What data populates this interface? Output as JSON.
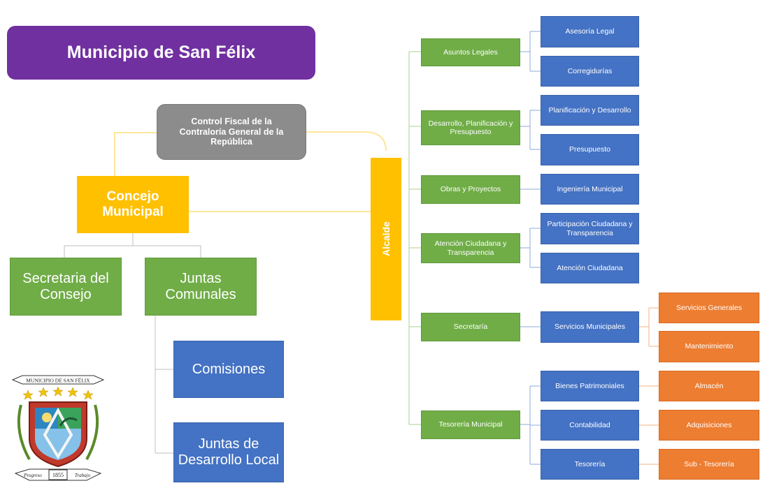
{
  "title": "Municipio de San Félix",
  "left": {
    "control_fiscal": "Control Fiscal de la Contraloría General de la República",
    "concejo": "Concejo Municipal",
    "secretaria_consejo": "Secretaria del Consejo",
    "juntas_comunales": "Juntas Comunales",
    "comisiones": "Comisiones",
    "juntas_desarrollo": "Juntas de Desarrollo Local"
  },
  "alcalde": "Alcalde",
  "departments": [
    {
      "label": "Asuntos Legales"
    },
    {
      "label": "Desarrollo, Planificación y Presupuesto"
    },
    {
      "label": "Obras y Proyectos"
    },
    {
      "label": "Atención Ciudadana y Transparencia"
    },
    {
      "label": "Secretaría"
    },
    {
      "label": "Tesorería Municipal"
    }
  ],
  "units": [
    {
      "label": "Asesoría Legal"
    },
    {
      "label": "Corregidurías"
    },
    {
      "label": "Planificación y Desarrollo"
    },
    {
      "label": "Presupuesto"
    },
    {
      "label": "Ingeniería Municipal"
    },
    {
      "label": "Participación Ciudadana y Transparencia"
    },
    {
      "label": "Atención Ciudadana"
    },
    {
      "label": "Servicios Municipales"
    },
    {
      "label": "Bienes Patrimoniales"
    },
    {
      "label": "Contabilidad"
    },
    {
      "label": "Tesorería"
    }
  ],
  "subunits": [
    {
      "label": "Servicios Generales"
    },
    {
      "label": "Mantenimiento"
    },
    {
      "label": "Almacén"
    },
    {
      "label": "Adquisiciones"
    },
    {
      "label": "Sub - Tesorería"
    }
  ],
  "logo": {
    "banner": "MUNICIPIO DE SAN FÉLIX",
    "motto_left": "Progreso",
    "year": "1855",
    "motto_right": "Trabajo"
  },
  "colors": {
    "title": "#7030a0",
    "control": "#8c8c8c",
    "gold": "#ffc000",
    "green": "#70ad47",
    "blue": "#4472c4",
    "orange": "#ed7d31"
  }
}
